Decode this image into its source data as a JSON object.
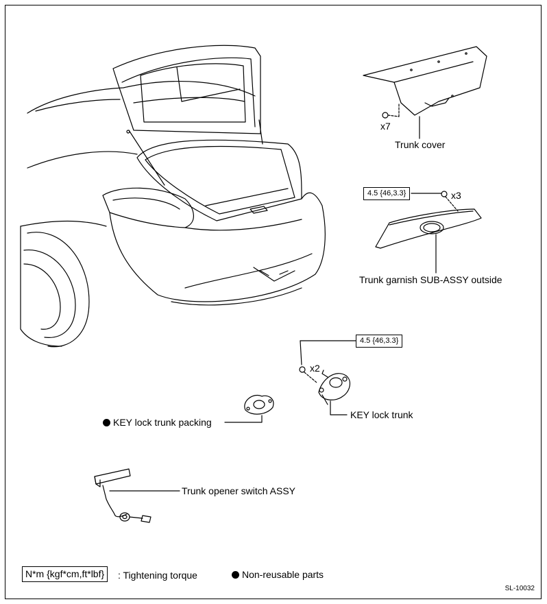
{
  "labels": {
    "trunk_cover": "Trunk cover",
    "trunk_garnish": "Trunk garnish SUB-ASSY outside",
    "key_lock_trunk": "KEY lock trunk",
    "key_lock_packing": "KEY lock trunk packing",
    "trunk_opener_switch": "Trunk opener switch ASSY"
  },
  "quantities": {
    "trunk_cover_bolts": "x7",
    "garnish_nuts": "x3",
    "key_lock_nuts": "x2"
  },
  "torques": {
    "garnish": "4.5 {46,3.3}",
    "key_lock": "4.5 {46,3.3}"
  },
  "legend": {
    "torque_unit": "N*m {kgf*cm,ft*lbf}",
    "torque_desc": ": Tightening torque",
    "non_reusable": "Non-reusable parts"
  },
  "figure_id": "SL-10032",
  "colors": {
    "line": "#000000",
    "background": "#ffffff"
  },
  "icons": {
    "non_reusable_marker": "filled-circle"
  }
}
